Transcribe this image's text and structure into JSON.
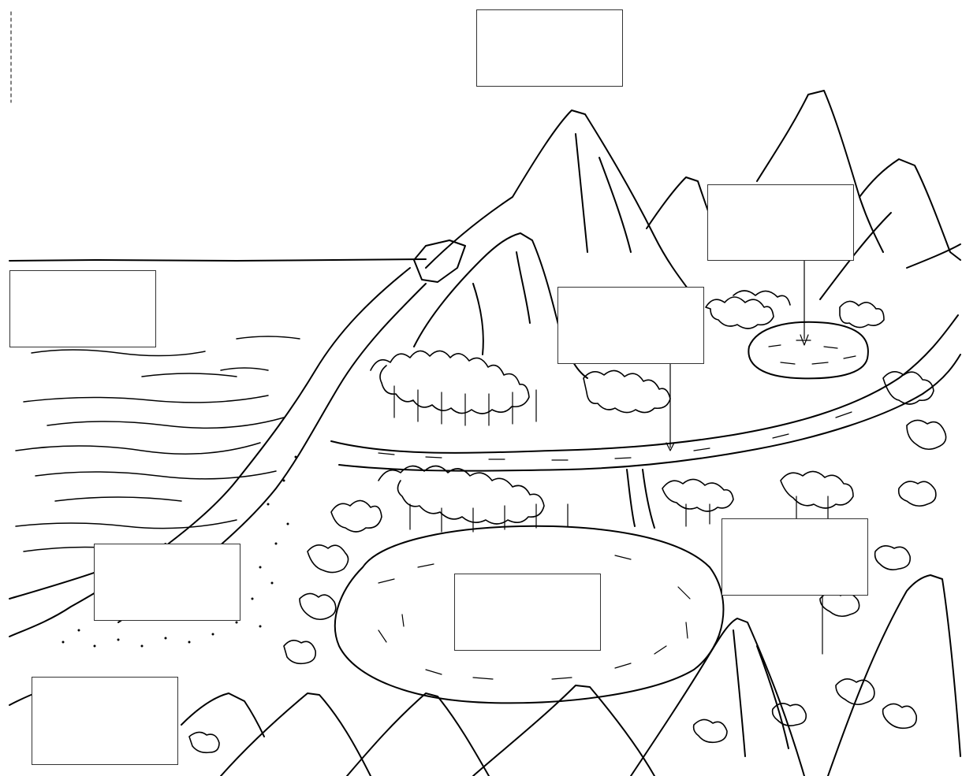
{
  "diagram": {
    "line_color": "#000000",
    "background": "#ffffff",
    "label_boxes": [
      {
        "id": "top",
        "text": ""
      },
      {
        "id": "upper-right",
        "text": ""
      },
      {
        "id": "ocean",
        "text": ""
      },
      {
        "id": "middle",
        "text": ""
      },
      {
        "id": "right",
        "text": ""
      },
      {
        "id": "beach",
        "text": ""
      },
      {
        "id": "lake",
        "text": ""
      },
      {
        "id": "bottom-left",
        "text": ""
      }
    ]
  }
}
